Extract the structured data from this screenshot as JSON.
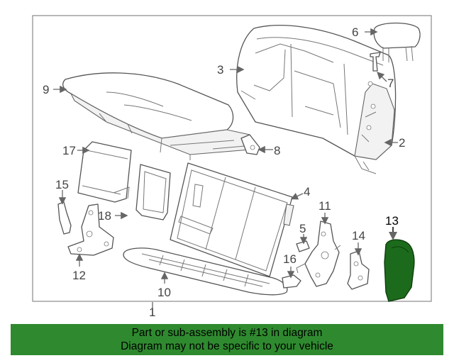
{
  "callouts": {
    "c1": "1",
    "c2": "2",
    "c3": "3",
    "c4": "4",
    "c5": "5",
    "c6": "6",
    "c7": "7",
    "c8": "8",
    "c9": "9",
    "c10": "10",
    "c11": "11",
    "c12": "12",
    "c13": "13",
    "c14": "14",
    "c15": "15",
    "c16": "16",
    "c17": "17",
    "c18": "18"
  },
  "banner": {
    "line1": "Part or sub-assembly is #13 in diagram",
    "line2": "Diagram may not be specific to your vehicle"
  },
  "colors": {
    "highlight": "#1c6b1c",
    "banner_bg": "#2f8a2f",
    "line": "#555555"
  }
}
